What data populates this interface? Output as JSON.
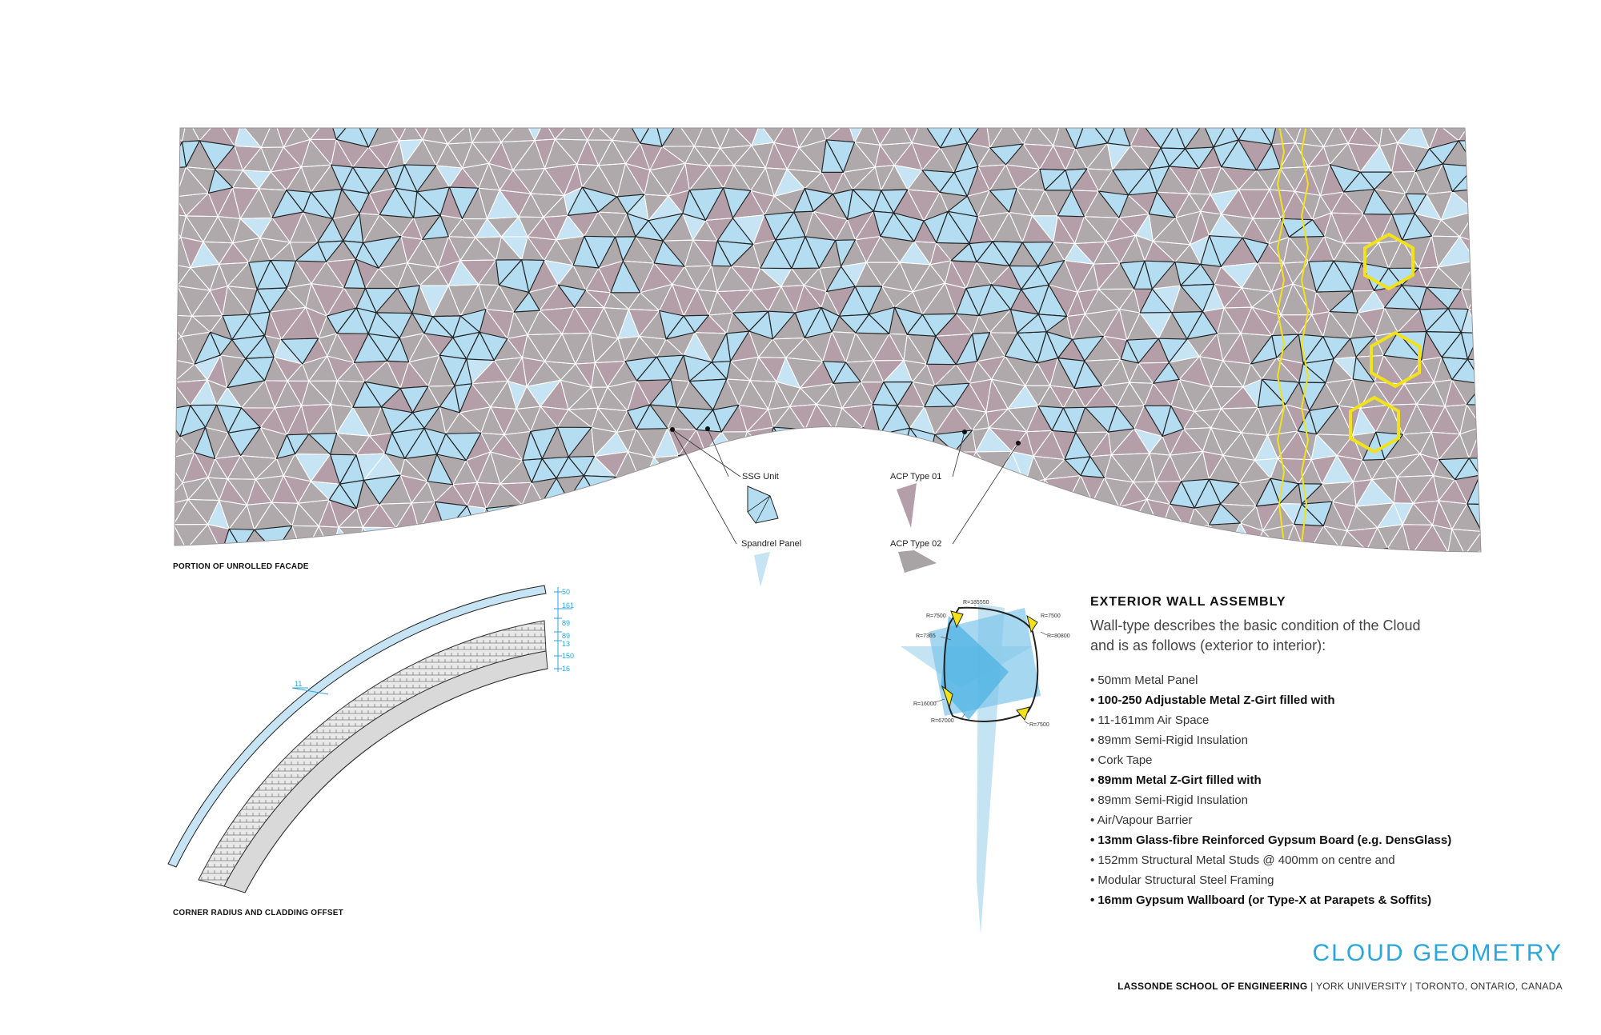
{
  "facade": {
    "caption": "PORTION OF UNROLLED FACADE",
    "colors": {
      "base": "#b0a9ab",
      "mauve": "#b49fa8",
      "glass": "#b5ddf1",
      "light_glass": "#c6e4f3",
      "grid": "#ffffff",
      "highlight": "#f2e21a",
      "outline": "#222222"
    }
  },
  "callouts": {
    "ssg_unit": "SSG Unit",
    "spandrel_panel": "Spandrel Panel",
    "acp_type_01": "ACP Type 01",
    "acp_type_02": "ACP Type 02"
  },
  "corner": {
    "caption": "CORNER RADIUS AND CLADDING OFFSET",
    "left_dim": "11",
    "dims": [
      "50",
      "161",
      "89",
      "89",
      "13",
      "150",
      "16"
    ]
  },
  "geometry": {
    "radii": [
      "R=185550",
      "R=7500",
      "R=7500",
      "R=7365",
      "R=80800",
      "R=16000",
      "R=67000",
      "R=7500"
    ]
  },
  "assembly": {
    "heading": "EXTERIOR WALL ASSEMBLY",
    "description": "Wall-type describes the basic condition of the Cloud and is as follows (exterior to interior):",
    "items": [
      {
        "text": "50mm Metal Panel",
        "bold": false
      },
      {
        "text": "100-250 Adjustable Metal Z-Girt filled with",
        "bold": true
      },
      {
        "text": "11-161mm Air Space",
        "bold": false
      },
      {
        "text": "89mm Semi-Rigid Insulation",
        "bold": false
      },
      {
        "text": "Cork Tape",
        "bold": false
      },
      {
        "text": "89mm Metal Z-Girt filled with",
        "bold": true
      },
      {
        "text": "89mm Semi-Rigid Insulation",
        "bold": false
      },
      {
        "text": "Air/Vapour Barrier",
        "bold": false
      },
      {
        "text": "13mm Glass-fibre Reinforced Gypsum Board (e.g. DensGlass)",
        "bold": true
      },
      {
        "text": "152mm Structural Metal Studs @ 400mm on centre and",
        "bold": false
      },
      {
        "text": "Modular Structural Steel Framing",
        "bold": false
      },
      {
        "text": "16mm Gypsum Wallboard (or Type-X at Parapets & Soffits)",
        "bold": true
      }
    ]
  },
  "title": "CLOUD GEOMETRY",
  "subtitle": {
    "bold": "LASSONDE SCHOOL OF ENGINEERING",
    "rest": " | YORK UNIVERSITY | TORONTO, ONTARIO, CANADA"
  }
}
